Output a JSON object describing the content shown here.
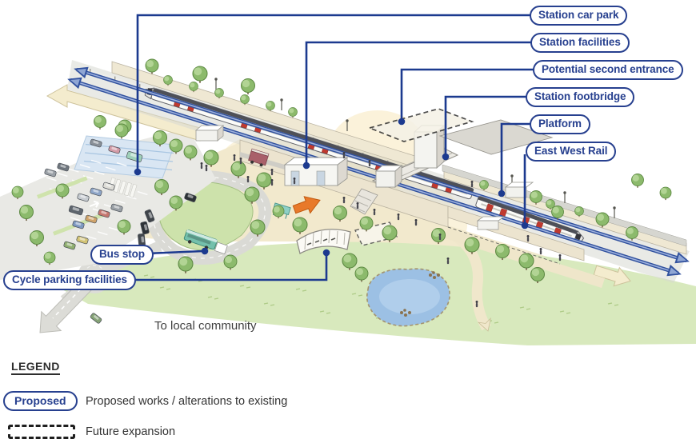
{
  "figure": {
    "kind": "illustrative-station-plan"
  },
  "callouts": {
    "station_car_park": "Station car park",
    "station_facilities": "Station facilities",
    "potential_second_entrance": "Potential second entrance",
    "station_footbridge": "Station footbridge",
    "platform": "Platform",
    "east_west_rail": "East West Rail",
    "bus_stop": "Bus stop",
    "cycle_parking_facilities": "Cycle parking facilities"
  },
  "map_annotations": {
    "to_local_community": "To local community"
  },
  "legend": {
    "heading": "LEGEND",
    "proposed": {
      "symbol_label": "Proposed",
      "description": "Proposed works / alterations to existing"
    },
    "future_expansion": {
      "description": "Future expansion"
    }
  },
  "colors": {
    "callout_blue": "#27408f",
    "leader_blue": "#1c3a8f",
    "rail_blue": "#31519e",
    "highlight_orange": "#e8792a",
    "grass_green": "#d8e9bd",
    "water_blue": "#9cc0e4",
    "path_beige": "#f2e9cd"
  }
}
